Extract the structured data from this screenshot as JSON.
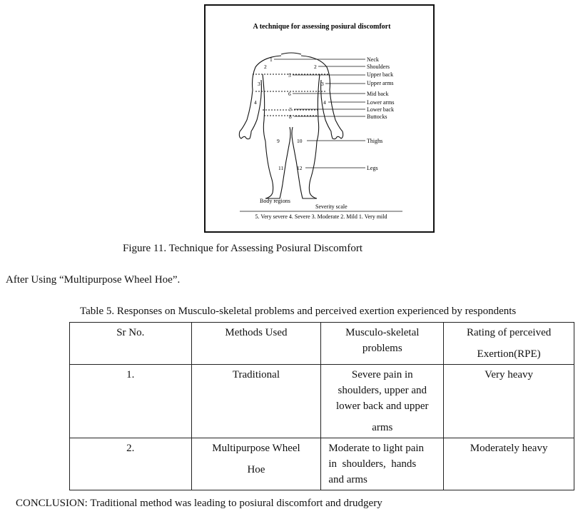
{
  "figure": {
    "title": "A technique for assessing posiural discomfort",
    "region_labels": [
      "Neck",
      "Shoulders",
      "Upper back",
      "Upper arms",
      "Mid back",
      "Lower arms",
      "Lower back",
      "Buttocks",
      "Thighs",
      "Legs"
    ],
    "region_numbers": [
      "1",
      "2",
      "2",
      "3",
      "3",
      "4",
      "4",
      "5",
      "6",
      "7",
      "8",
      "9",
      "10",
      "11",
      "12"
    ],
    "body_regions_label": "Body regions",
    "severity_label": "Severity scale",
    "severity_scale": "5. Very severe   4. Severe  3. Moderate  2. Mild  1. Very mild"
  },
  "caption": "Figure 11. Technique for Assessing Posiural Discomfort",
  "paragraph": "After Using “Multipurpose Wheel Hoe”.",
  "table": {
    "caption": "Table 5. Responses on Musculo-skeletal problems and perceived exertion experienced by respondents",
    "headers": {
      "sr": "Sr No.",
      "method": "Methods Used",
      "ms_line1": "Musculo-skeletal",
      "ms_line2": "problems",
      "rpe_line1": "Rating of perceived",
      "rpe_line2": "Exertion(RPE)"
    },
    "rows": [
      {
        "sr": "1.",
        "method_line1": "Traditional",
        "method_line2": "",
        "problem_line1": "Severe pain in",
        "problem_line2": "shoulders, upper and",
        "problem_line3": "lower back and upper",
        "problem_line4": "arms",
        "rpe": "Very heavy"
      },
      {
        "sr": "2.",
        "method_line1": "Multipurpose Wheel",
        "method_line2": "Hoe",
        "problem_line1": "Moderate to light pain",
        "problem_line2": "in  shoulders,  hands",
        "problem_line3": "and arms",
        "problem_line4": "",
        "rpe": "Moderately heavy"
      }
    ]
  },
  "conclusion": "CONCLUSION: Traditional method was leading to posiural discomfort and drudgery"
}
